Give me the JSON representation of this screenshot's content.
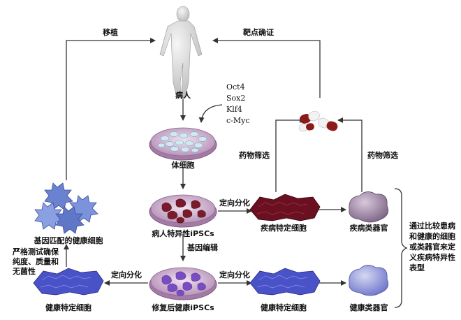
{
  "flow": {
    "transplant": "移植",
    "target_validation": "靶点确证",
    "patient": "病人",
    "factors": [
      "Oct4",
      "Sox2",
      "Klf4",
      "c-Myc"
    ],
    "somatic_cells": "体细胞",
    "drug_screen_left": "药物筛选",
    "drug_screen_right": "药物筛选",
    "directed_diff_top": "定向分化",
    "patient_ipscs": "病人特异性iPSCs",
    "disease_cells": "疾病特定细胞",
    "disease_organoid": "疾病类器官",
    "gene_editing": "基因编辑",
    "matched_cells": "基因匹配的健康细胞",
    "testing_lines": [
      "严格测试确保",
      "纯度、质量和",
      "无菌性"
    ],
    "directed_diff_left": "定向分化",
    "directed_diff_bottom": "定向分化",
    "healthy_cells_left": "健康特定细胞",
    "repaired_ipscs": "修复后健康iPSCs",
    "healthy_cells_mid": "健康特定细胞",
    "healthy_organoid": "健康类器官",
    "comparison_lines": [
      "通过比较患病",
      "和健康的细胞",
      "或类器官来定",
      "义疾病特异性",
      "表型"
    ]
  },
  "colors": {
    "arrow": "#333333",
    "somatic_cell": "#cfe8f2",
    "dish_tint": "#c8a3c9",
    "disease_cell": "#6b1020",
    "disease_dish_cell": "#7a1a2a",
    "disease_organoid": "#9a7fa0",
    "healthy_cell": "#4a52c8",
    "healthy_dish_cell": "#7a4cc4",
    "healthy_organoid": "#8c93d8",
    "matched_cell": "#6a82cf",
    "pill_red": "#8b1a1a",
    "pill_white": "#f2f2f2"
  }
}
